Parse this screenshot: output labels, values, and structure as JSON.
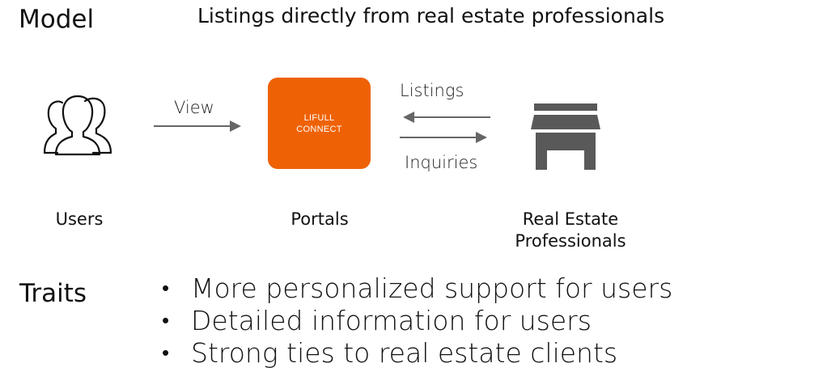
{
  "model": {
    "heading": "Model",
    "subtitle": "Listings directly from real estate professionals"
  },
  "nodes": {
    "users": {
      "label": "Users",
      "icon": "users-icon"
    },
    "portals": {
      "label": "Portals",
      "box_line1": "LIFULL",
      "box_line2": "CONNECT",
      "box_color": "#ee6205"
    },
    "professionals": {
      "label_line1": "Real Estate",
      "label_line2": "Professionals",
      "icon": "storefront-icon",
      "icon_color": "#595959"
    }
  },
  "arrows": {
    "view": "View",
    "listings": "Listings",
    "inquiries": "Inquiries"
  },
  "traits": {
    "heading": "Traits",
    "items": [
      "More personalized support for users",
      "Detailed information for users",
      "Strong ties to real estate clients"
    ]
  }
}
